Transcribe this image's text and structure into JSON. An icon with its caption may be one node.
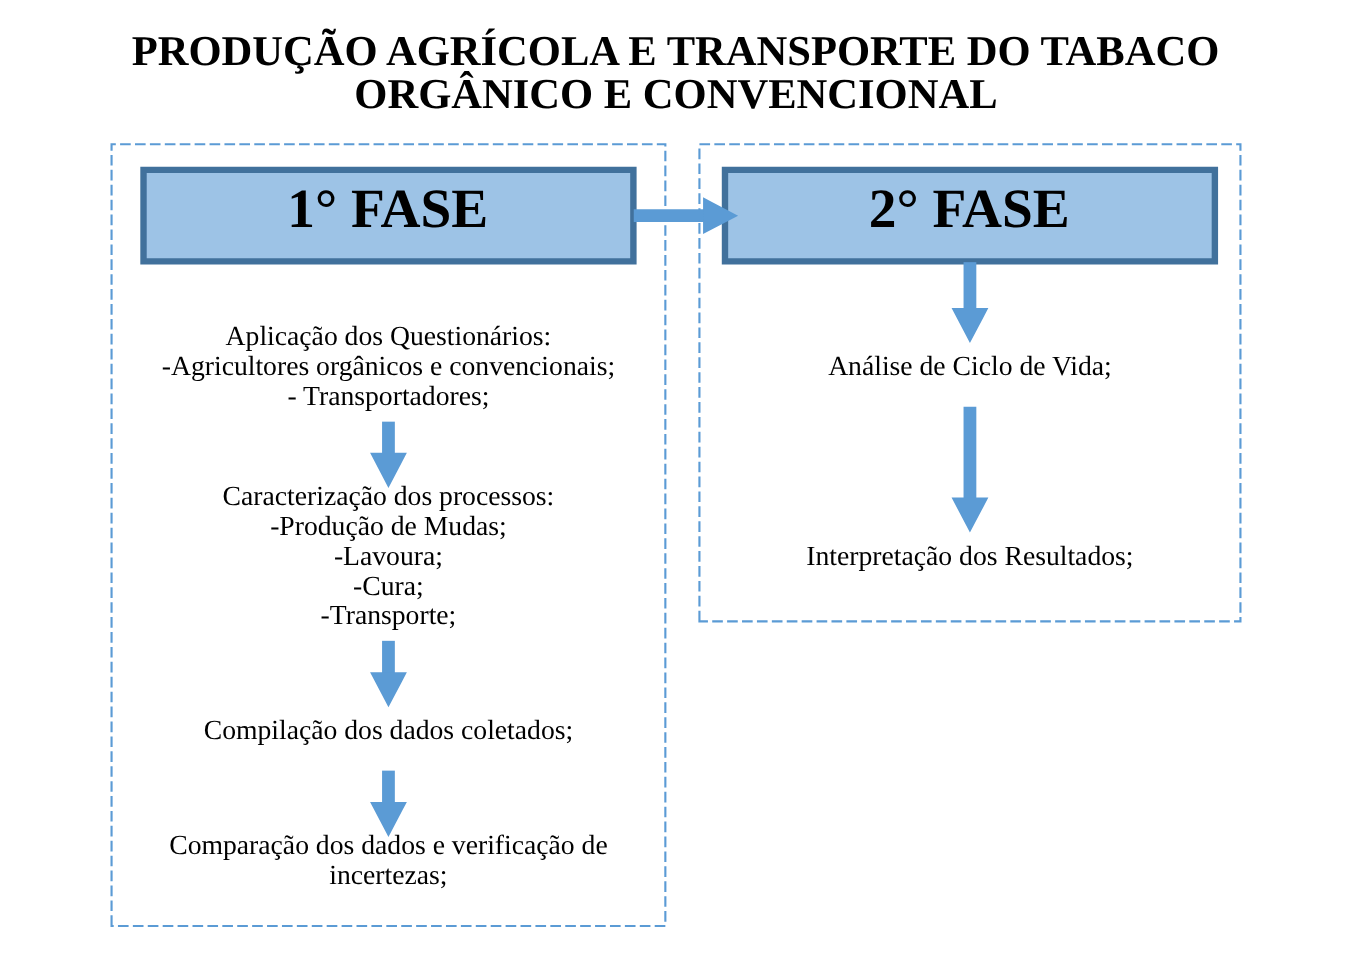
{
  "diagram": {
    "title": "PRODUÇÃO AGRÍCOLA E TRANSPORTE DO TABACO ORGÂNICO E CONVENCIONAL",
    "nodes": [
      {
        "text": [],
        "shape": "box"
      },
      {
        "text": [
          "1° FASE"
        ],
        "in": 0
      },
      {
        "text": [
          "Aplicação dos Questionários:",
          "-Agricultores orgânicos e convencionais;",
          "- Transportadores;"
        ],
        "in": 0
      },
      {
        "text": [
          "Caracterização dos processos:",
          "-Produção de Mudas;",
          "-Lavoura;",
          "-Cura;",
          "-Transporte;"
        ],
        "in": 0
      },
      {
        "text": [
          "Compilação dos dados coletados;"
        ],
        "in": 0
      },
      {
        "text": [
          "Comparação dos dados e verificação de incertezas;"
        ],
        "in": 0
      },
      {
        "text": [],
        "shape": "box"
      },
      {
        "text": [
          "2° FASE"
        ],
        "in": 6
      },
      {
        "text": [
          "Análise de Ciclo de Vida;"
        ],
        "in": 6
      },
      {
        "text": [
          "Interpretação dos Resultados;"
        ],
        "in": 6
      }
    ],
    "edges": [
      {
        "from": 2,
        "to": 3,
        "arrow": "to"
      },
      {
        "from": 3,
        "to": 4,
        "arrow": "to"
      },
      {
        "from": 4,
        "to": 5,
        "arrow": "to"
      },
      {
        "from": 1,
        "to": 7,
        "arrow": "to"
      },
      {
        "from": 7,
        "to": 8,
        "arrow": "to"
      },
      {
        "from": 8,
        "to": 9,
        "arrow": "to"
      }
    ]
  }
}
